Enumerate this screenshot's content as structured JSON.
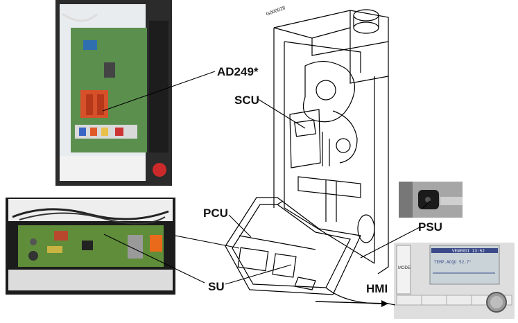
{
  "labels": {
    "ad249": "AD249*",
    "scu": "SCU",
    "pcu": "PCU",
    "su": "SU",
    "psu": "PSU",
    "hmi": "HMI"
  },
  "drawing_code": "G000028",
  "hmi_display": {
    "line1": "VENERDI 13:52",
    "line2": "TEMP.ACQU 52.7°",
    "side_label": "MODE"
  },
  "colors": {
    "label_text": "#111111",
    "leader_line": "#000000"
  }
}
